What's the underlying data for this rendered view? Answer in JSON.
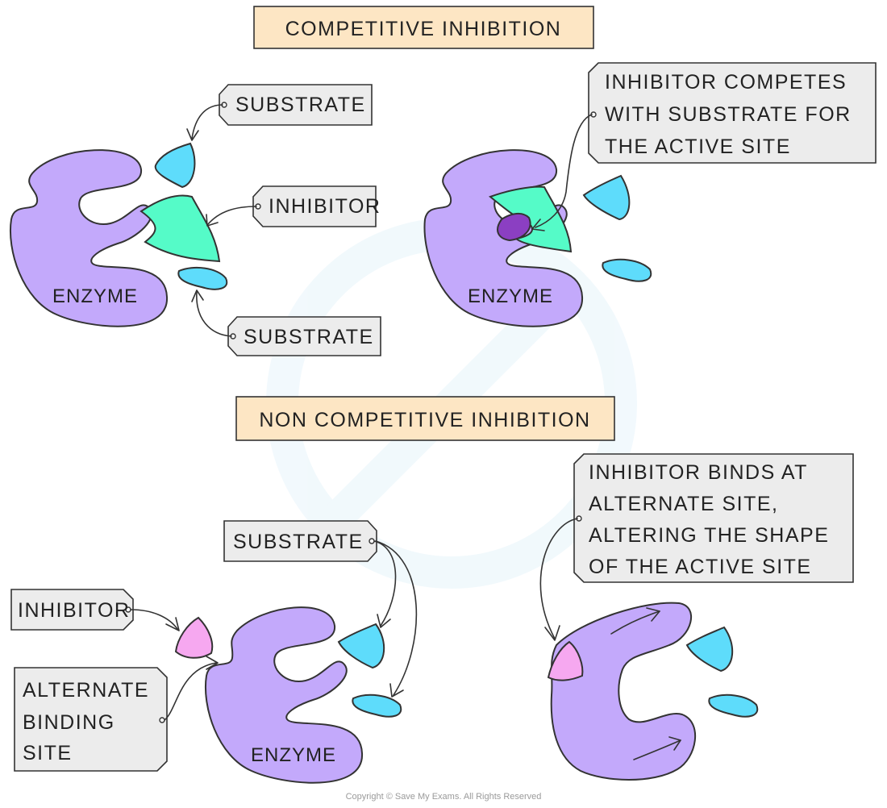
{
  "sections": {
    "competitive": {
      "title": "COMPETITIVE  INHIBITION",
      "left": {
        "substrate_top_label": "SUBSTRATE",
        "inhibitor_label": "INHIBITOR",
        "substrate_bottom_label": "SUBSTRATE",
        "enzyme_label": "ENZYME"
      },
      "right": {
        "note_lines": [
          "INHIBITOR  COMPETES",
          "WITH  SUBSTRATE  FOR",
          "THE  ACTIVE  SITE"
        ],
        "enzyme_label": "ENZYME"
      }
    },
    "non_competitive": {
      "title": "NON  COMPETITIVE  INHIBITION",
      "left": {
        "substrate_label": "SUBSTRATE",
        "inhibitor_label": "INHIBITOR",
        "binding_site_lines": [
          "ALTERNATE",
          "BINDING",
          "SITE"
        ],
        "enzyme_label": "ENZYME"
      },
      "right": {
        "note_lines": [
          "INHIBITOR  BINDS  AT",
          "ALTERNATE  SITE,",
          "ALTERING  THE  SHAPE",
          "OF  THE  ACTIVE  SITE"
        ]
      }
    }
  },
  "copyright": "Copyright © Save My Exams. All Rights Reserved",
  "colors": {
    "enzyme": "#c3a9fb",
    "substrate": "#5edcfb",
    "competitive_inhibitor": "#55fbc8",
    "bound_inhibitor": "#8b3fc2",
    "noncompetitive_inhibitor": "#f6a8f0",
    "title_box": "#fde6c4",
    "label_tag": "#ececec"
  }
}
